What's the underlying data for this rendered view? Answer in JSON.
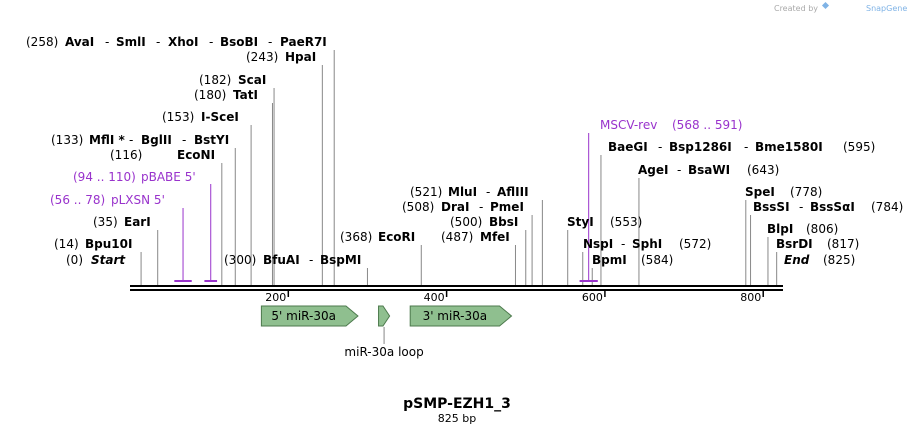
{
  "credit": {
    "prefix": "Created by",
    "brand": "SnapGene"
  },
  "plasmid": {
    "name": "pSMP-EZH1_3",
    "length_label": "825 bp"
  },
  "axis": {
    "start": 0,
    "end": 825,
    "ticks": [
      {
        "value": 200,
        "label": "200"
      },
      {
        "value": 400,
        "label": "400"
      },
      {
        "value": 600,
        "label": "600"
      },
      {
        "value": 800,
        "label": "800"
      }
    ]
  },
  "sites": [
    {
      "id": "start",
      "pos_label": "(0)",
      "names": [
        "Start"
      ],
      "italic": true,
      "bp": 0
    },
    {
      "id": "bpu10i",
      "pos_label": "(14)",
      "names": [
        "Bpu10I"
      ],
      "bp": 14
    },
    {
      "id": "eari",
      "pos_label": "(35)",
      "names": [
        "EarI"
      ],
      "bp": 35
    },
    {
      "id": "econi",
      "pos_label": "(116)",
      "names": [
        "EcoNI"
      ],
      "bp": 116
    },
    {
      "id": "mfli",
      "pos_label": "(133)",
      "names": [
        "MflI *",
        "BglII",
        "BstYI"
      ],
      "bp": 133
    },
    {
      "id": "iscei",
      "pos_label": "(153)",
      "names": [
        "I-SceI"
      ],
      "bp": 153
    },
    {
      "id": "tati",
      "pos_label": "(180)",
      "names": [
        "TatI"
      ],
      "bp": 180
    },
    {
      "id": "scai",
      "pos_label": "(182)",
      "names": [
        "ScaI"
      ],
      "bp": 182
    },
    {
      "id": "hpai",
      "pos_label": "(243)",
      "names": [
        "HpaI"
      ],
      "bp": 243
    },
    {
      "id": "avai",
      "pos_label": "(258)",
      "names": [
        "AvaI",
        "SmlI",
        "XhoI",
        "BsoBI",
        "PaeR7I"
      ],
      "bp": 258
    },
    {
      "id": "bfuai",
      "pos_label": "(300)",
      "names": [
        "BfuAI",
        "BspMI"
      ],
      "bp": 300
    },
    {
      "id": "ecori",
      "pos_label": "(368)",
      "names": [
        "EcoRI"
      ],
      "bp": 368
    },
    {
      "id": "mfei",
      "pos_label": "(487)",
      "names": [
        "MfeI"
      ],
      "bp": 487
    },
    {
      "id": "bbsi",
      "pos_label": "(500)",
      "names": [
        "BbsI"
      ],
      "bp": 500
    },
    {
      "id": "drai",
      "pos_label": "(508)",
      "names": [
        "DraI",
        "PmeI"
      ],
      "bp": 508
    },
    {
      "id": "mlui",
      "pos_label": "(521)",
      "names": [
        "MluI",
        "AflIII"
      ],
      "bp": 521
    },
    {
      "id": "styi",
      "pos_label": "(553)",
      "names": [
        "StyI"
      ],
      "bp": 553
    },
    {
      "id": "nspi",
      "pos_label": "(572)",
      "names": [
        "NspI",
        "SphI"
      ],
      "bp": 572
    },
    {
      "id": "bpmi",
      "pos_label": "(584)",
      "names": [
        "BpmI"
      ],
      "bp": 584
    },
    {
      "id": "baegi",
      "pos_label": "(595)",
      "names": [
        "BaeGI",
        "Bsp1286I",
        "Bme1580I"
      ],
      "bp": 595
    },
    {
      "id": "agei",
      "pos_label": "(643)",
      "names": [
        "AgeI",
        "BsaWI"
      ],
      "bp": 643
    },
    {
      "id": "spei",
      "pos_label": "(778)",
      "names": [
        "SpeI"
      ],
      "bp": 778
    },
    {
      "id": "bsssi",
      "pos_label": "(784)",
      "names": [
        "BssSI",
        "BssSαI"
      ],
      "bp": 784
    },
    {
      "id": "blpi",
      "pos_label": "(806)",
      "names": [
        "BlpI"
      ],
      "bp": 806
    },
    {
      "id": "bsrdi",
      "pos_label": "(817)",
      "names": [
        "BsrDI"
      ],
      "bp": 817
    },
    {
      "id": "end",
      "pos_label": "(825)",
      "names": [
        "End"
      ],
      "italic": true,
      "bp": 825
    }
  ],
  "primers": [
    {
      "id": "pbabe5",
      "name": "pBABE 5'",
      "range_label": "(94 .. 110)",
      "start": 94,
      "end": 110
    },
    {
      "id": "plxsn5",
      "name": "pLXSN 5'",
      "range_label": "(56 .. 78)",
      "start": 56,
      "end": 78
    },
    {
      "id": "mscvrev",
      "name": "MSCV-rev",
      "range_label": "(568 .. 591)",
      "start": 568,
      "end": 591
    }
  ],
  "features": [
    {
      "id": "mir5",
      "name": "5' miR-30a",
      "start": 166,
      "end": 288
    },
    {
      "id": "loop",
      "name": "miR-30a loop",
      "start": 314,
      "end": 328
    },
    {
      "id": "mir3",
      "name": "3' miR-30a",
      "start": 354,
      "end": 482
    }
  ],
  "colors": {
    "primer": "#9933cc",
    "feature_fill": "#8fbf8f",
    "feature_stroke": "#4d7a4d",
    "backbone": "#000000",
    "leader": "#888888"
  }
}
